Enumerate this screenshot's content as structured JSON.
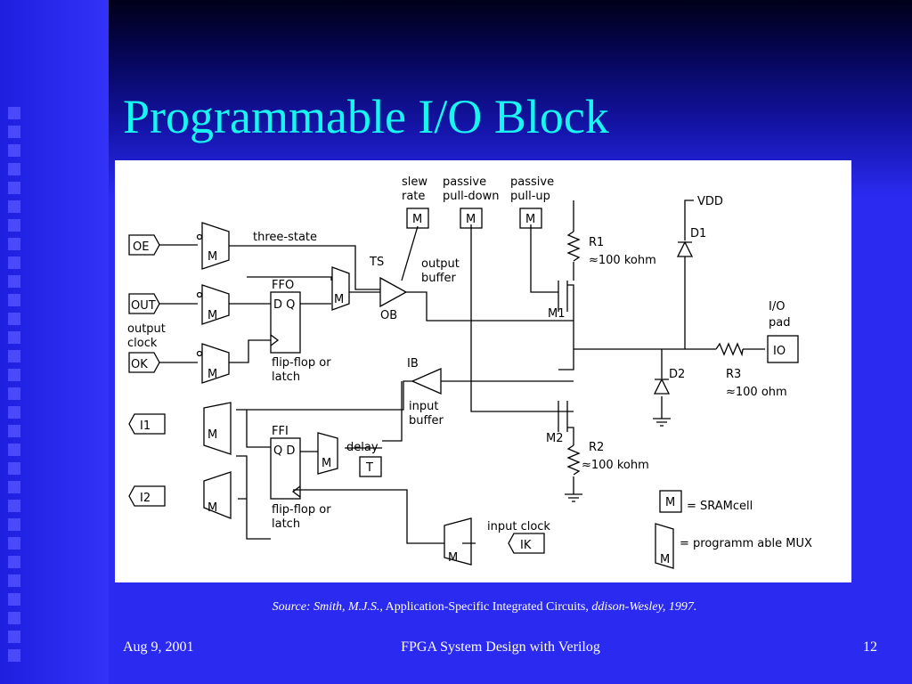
{
  "slide": {
    "title": "Programmable I/O Block",
    "caption_source": "Source: Smith, M.J.S.,",
    "caption_book": "Application-Specific Integrated Circuits,",
    "caption_publisher": "ddison-Wesley, 1997.",
    "footer_date": "Aug 9, 2001",
    "footer_title": "FPGA System Design with Verilog",
    "page_number": "12"
  },
  "diagram": {
    "labels": {
      "slew_rate": [
        "slew",
        "rate"
      ],
      "passive_pulldown": [
        "passive",
        "pull-down"
      ],
      "passive_pullup": [
        "passive",
        "pull-up"
      ],
      "sram_m": "M",
      "mux_m": "M",
      "oe": "OE",
      "out": "OUT",
      "output_clock": [
        "output",
        "clock"
      ],
      "ok": "OK",
      "i1": "I1",
      "i2": "I2",
      "ik": "IK",
      "io": "IO",
      "three_state": "three-state",
      "ffo": "FFO",
      "ffo_pins": "D Q",
      "ffi": "FFI",
      "ffi_pins": "Q D",
      "ff_caption": [
        "flip-flop or",
        "latch"
      ],
      "ts": "TS",
      "ob": "OB",
      "output_buffer": [
        "output",
        "buffer"
      ],
      "ib": "IB",
      "input_buffer": [
        "input",
        "buffer"
      ],
      "delay": "delay",
      "t": "T",
      "input_clock": "input clock",
      "m1": "M1",
      "m2": "M2",
      "r1": "R1",
      "r1_val": "≈100 kohm",
      "r2": "R2",
      "r2_val": "≈100 kohm",
      "r3": "R3",
      "r3_val": "≈100 ohm",
      "d1": "D1",
      "d2": "D2",
      "vdd": "VDD",
      "io_pad": [
        "I/O",
        "pad"
      ],
      "legend_sram": "= SRAMcell",
      "legend_mux": "= programm able MUX"
    }
  }
}
